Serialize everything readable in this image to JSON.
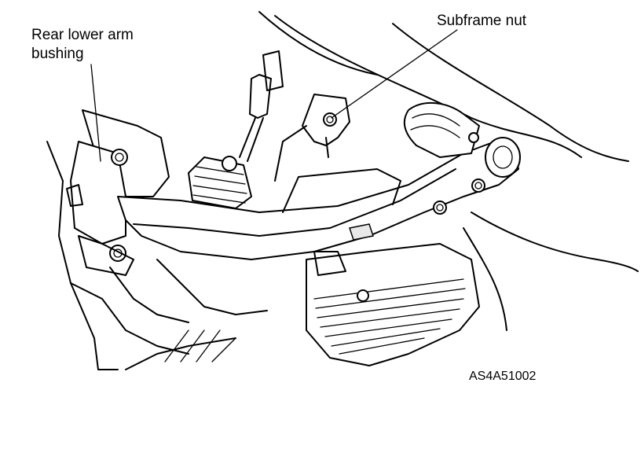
{
  "labels": {
    "rear_lower_arm_bushing": [
      "Rear lower arm",
      "bushing"
    ],
    "subframe_nut": "Subframe nut",
    "figure_code": "AS4A51002"
  },
  "colors": {
    "line": "#000000",
    "background": "#ffffff"
  }
}
